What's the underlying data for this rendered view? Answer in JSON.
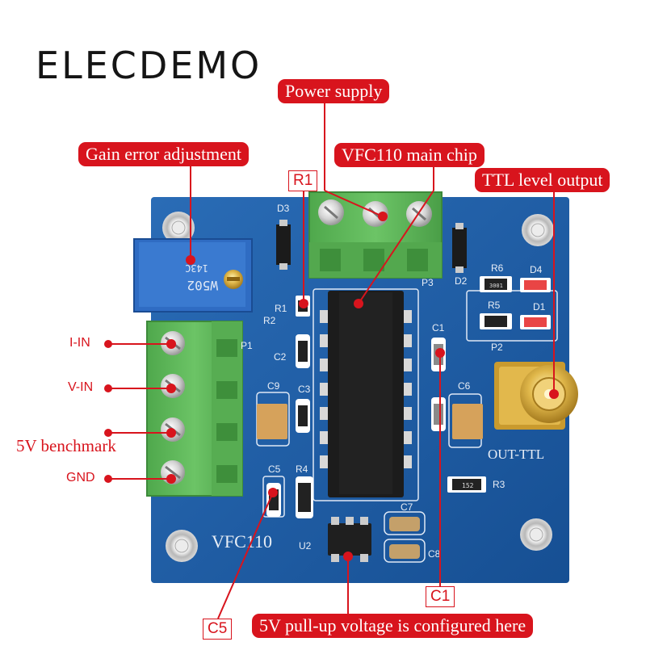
{
  "brand": "ELECDEMO",
  "callouts": {
    "power_supply": "Power supply",
    "gain_error": "Gain error adjustment",
    "main_chip": "VFC110 main chip",
    "ttl_output": "TTL level output",
    "pullup": "5V pull-up voltage is configured here"
  },
  "tags": {
    "r1": "R1",
    "c1": "C1",
    "c5": "C5"
  },
  "pins": {
    "i_in": "I-IN",
    "v_in": "V-IN",
    "benchmark": "5V benchmark",
    "gnd": "GND"
  },
  "silkscreen": {
    "d3": "D3",
    "r1": "R1",
    "r2": "R2",
    "p1": "P1",
    "p2": "P2",
    "p3": "P3",
    "d1": "D1",
    "d2": "D2",
    "d4": "D4",
    "r3": "R3",
    "r4": "R4",
    "r5": "R5",
    "r6": "R6",
    "c1": "C1",
    "c2": "C2",
    "c3": "C3",
    "c5": "C5",
    "c6": "C6",
    "c7": "C7",
    "c8": "C8",
    "c9": "C9",
    "u2": "U2",
    "board_name": "VFC110",
    "out_ttl": "OUT-TTL",
    "pot_code": "W502",
    "pot_code2": "143C",
    "res_code": "3001",
    "res_code2": "152"
  },
  "colors": {
    "callout": "#d8141d",
    "pcb": "#1c5ea8",
    "terminal": "#5fb85a",
    "brand": "#151515"
  }
}
